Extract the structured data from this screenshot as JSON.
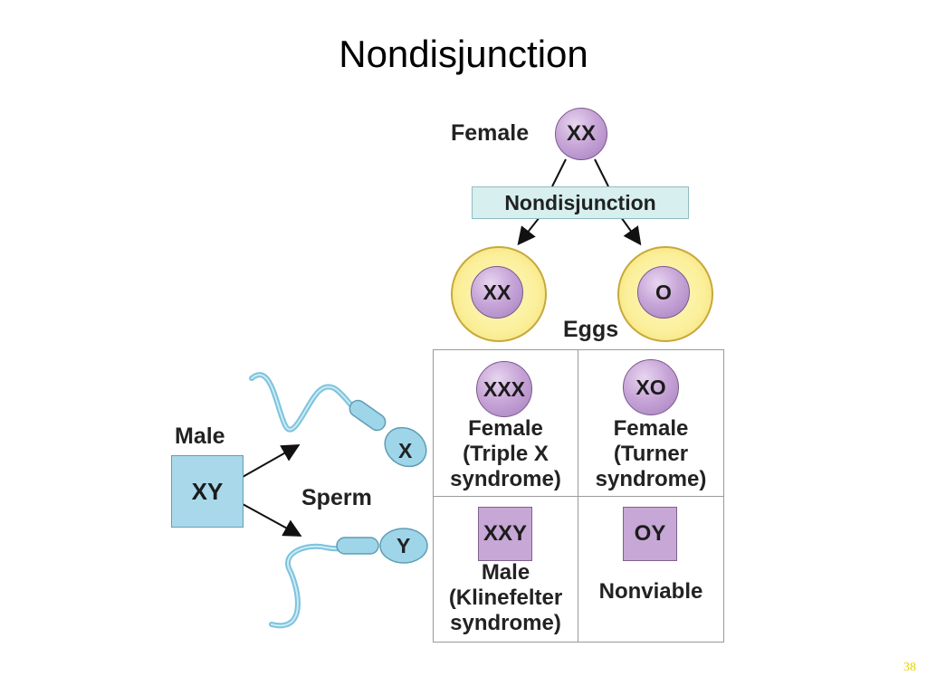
{
  "title": "Nondisjunction",
  "female_parent": {
    "label": "Female",
    "karyotype": "XX"
  },
  "process_label": "Nondisjunction",
  "eggs": {
    "label": "Eggs",
    "items": [
      "XX",
      "O"
    ]
  },
  "male_parent": {
    "label": "Male",
    "karyotype": "XY"
  },
  "sperm": {
    "label": "Sperm",
    "items": [
      "X",
      "Y"
    ]
  },
  "offspring": [
    {
      "karyotype": "XXX",
      "line1": "Female",
      "line2": "(Triple X",
      "line3": "syndrome)"
    },
    {
      "karyotype": "XO",
      "line1": "Female",
      "line2": "(Turner",
      "line3": "syndrome)"
    },
    {
      "karyotype": "XXY",
      "line1": "Male",
      "line2": "(Klinefelter",
      "line3": "syndrome)"
    },
    {
      "karyotype": "OY",
      "line1": "Nonviable"
    }
  ],
  "page_number": "38",
  "colors": {
    "chromosome_circle": "#c6a7d5",
    "egg_ring": "#fbef9a",
    "xy_box": "#a8d8ea",
    "nondisjunction_box": "#d7efef",
    "sperm": "#8fd0e4",
    "page_number": "#e6d200"
  }
}
